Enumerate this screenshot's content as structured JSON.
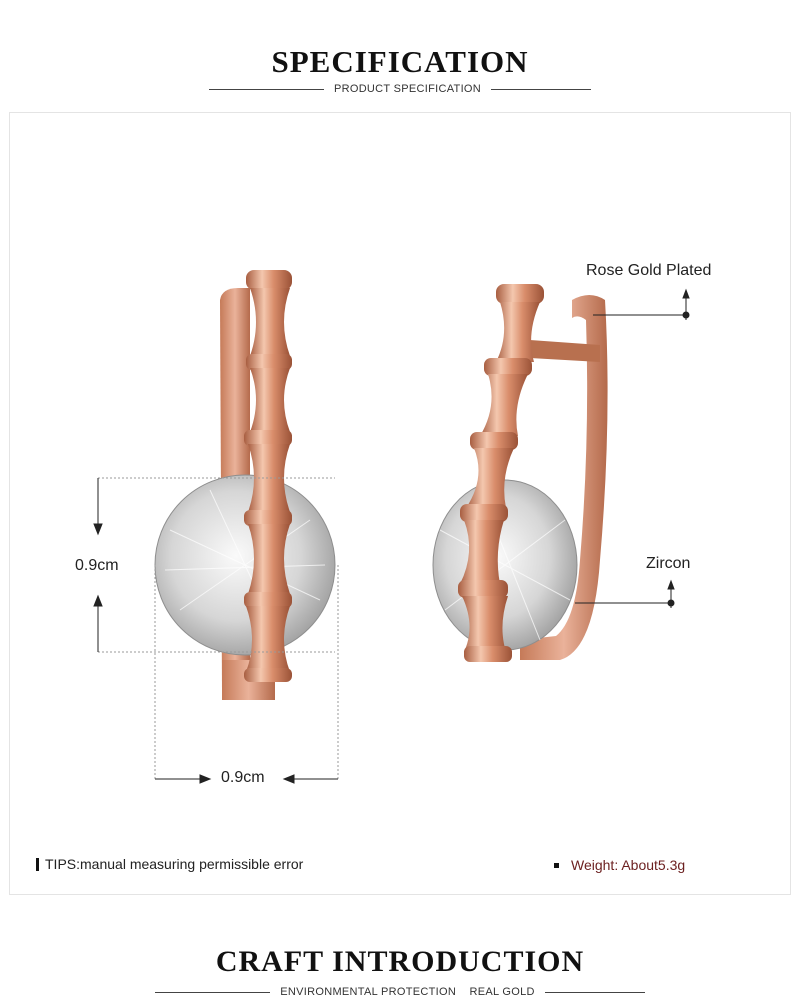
{
  "header": {
    "title": "SPECIFICATION",
    "subtitle": "PRODUCT SPECIFICATION"
  },
  "product": {
    "label_plating": "Rose Gold Plated",
    "label_stone": "Zircon",
    "height_dimension": "0.9cm",
    "width_dimension": "0.9cm",
    "colors": {
      "rose_gold": "#d9906f",
      "rose_gold_dark": "#b26a4c",
      "stone": "#e6e6e6"
    }
  },
  "notes": {
    "tips": "TIPS:manual measuring permissible error",
    "weight": "Weight: About5.3g"
  },
  "footer": {
    "title": "CRAFT INTRODUCTION",
    "subtitle_items": [
      "ENVIRONMENTAL PROTECTION",
      "REAL GOLD"
    ]
  }
}
